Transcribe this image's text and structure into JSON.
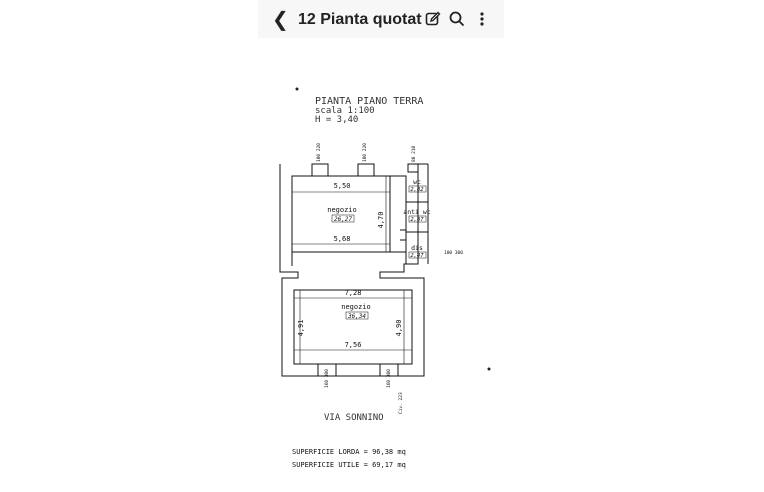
{
  "header": {
    "back_icon": "chevron-left-icon",
    "title": "12 Pianta quotat...",
    "edit_icon": "edit-icon",
    "search_icon": "search-icon",
    "more_icon": "more-vertical-icon"
  },
  "plan": {
    "heading": {
      "line1": "PIANTA PIANO TERRA",
      "line2": "scala 1:100",
      "line3": "H = 3,40"
    },
    "rooms": {
      "negozio_top": {
        "label": "negozio",
        "area": "26,27"
      },
      "wc": {
        "label": "wc",
        "area": "2,02"
      },
      "anti_wc": {
        "label": "anti wc",
        "area": "2,07"
      },
      "dis": {
        "label": "dis",
        "area": "2,47"
      },
      "negozio_bottom": {
        "label": "negozio",
        "area": "36,34"
      }
    },
    "dimensions": {
      "top_width": "5,50",
      "top_height": "4,70",
      "mid_width": "5,68",
      "bottom_top_width": "7,28",
      "bottom_left_height": "4,91",
      "bottom_right_height": "4,90",
      "bottom_width": "7,56"
    },
    "openings": {
      "top_1": "100\n220",
      "top_2": "100\n220",
      "top_3": "80\n210",
      "right": "100\n300",
      "bottom_1": "160\n300",
      "bottom_2": "160\n300"
    },
    "street": "VIA SONNINO",
    "civ": "Civ. 223",
    "surface": {
      "lorda": "SUPERFICIE LORDA = 96,38 mq",
      "utile": "SUPERFICIE UTILE = 69,17 mq"
    }
  }
}
